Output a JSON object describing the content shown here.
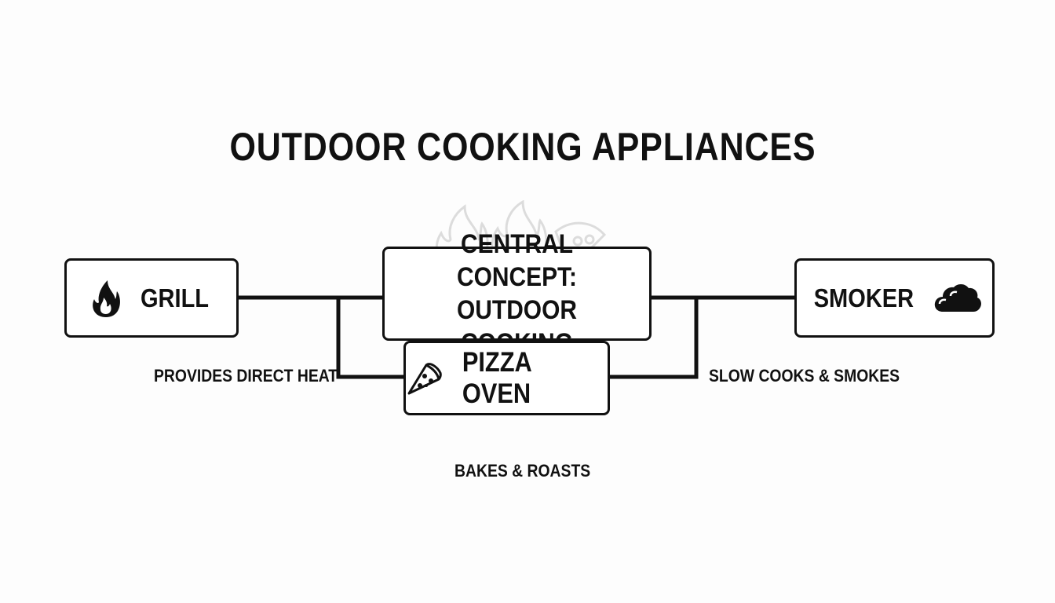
{
  "title": "OUTDOOR COOKING APPLIANCES",
  "central": {
    "line1": "CENTRAL CONCEPT:",
    "line2": "OUTDOOR COOKING",
    "decoration_icons": [
      "flame-icon",
      "flame-icon",
      "pizza-slice-icon"
    ]
  },
  "nodes": {
    "grill": {
      "label": "GRILL",
      "icon": "flame-icon",
      "note": "PROVIDES DIRECT HEAT"
    },
    "pizza_oven": {
      "label": "PIZZA OVEN",
      "icon": "pizza-slice-icon",
      "note": "BAKES & ROASTS"
    },
    "smoker": {
      "label": "SMOKER",
      "icon": "cloud-icon",
      "note": "SLOW COOKS & SMOKES"
    }
  },
  "colors": {
    "stroke": "#111111",
    "background": "#fdfdfd",
    "watermark": "#c8c8c8"
  }
}
